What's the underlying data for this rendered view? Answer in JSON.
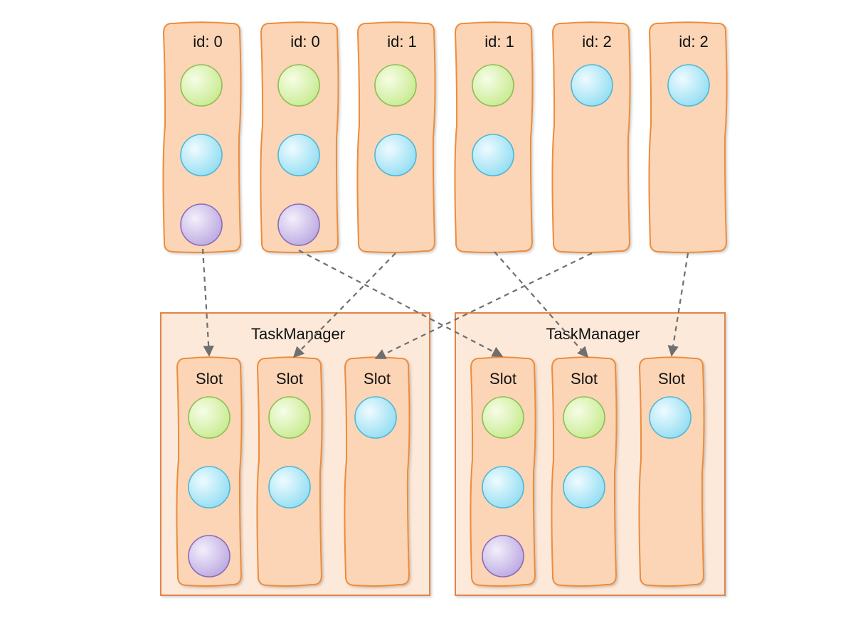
{
  "subtasks": [
    {
      "label": "id: 0",
      "nodes": [
        "green",
        "blue",
        "purple"
      ]
    },
    {
      "label": "id: 0",
      "nodes": [
        "green",
        "blue",
        "purple"
      ]
    },
    {
      "label": "id: 1",
      "nodes": [
        "green",
        "blue"
      ]
    },
    {
      "label": "id: 1",
      "nodes": [
        "green",
        "blue"
      ]
    },
    {
      "label": "id: 2",
      "nodes": [
        "blue"
      ]
    },
    {
      "label": "id: 2",
      "nodes": [
        "blue"
      ]
    }
  ],
  "task_managers": [
    {
      "label": "TaskManager",
      "slots": [
        {
          "label": "Slot",
          "nodes": [
            "green",
            "blue",
            "purple"
          ]
        },
        {
          "label": "Slot",
          "nodes": [
            "green",
            "blue"
          ]
        },
        {
          "label": "Slot",
          "nodes": [
            "blue"
          ]
        }
      ]
    },
    {
      "label": "TaskManager",
      "slots": [
        {
          "label": "Slot",
          "nodes": [
            "green",
            "blue",
            "purple"
          ]
        },
        {
          "label": "Slot",
          "nodes": [
            "green",
            "blue"
          ]
        },
        {
          "label": "Slot",
          "nodes": [
            "blue"
          ]
        }
      ]
    }
  ],
  "assignments": [
    {
      "from_subtask": 0,
      "to_task_manager": 0,
      "to_slot": 0
    },
    {
      "from_subtask": 1,
      "to_task_manager": 1,
      "to_slot": 0
    },
    {
      "from_subtask": 2,
      "to_task_manager": 0,
      "to_slot": 1
    },
    {
      "from_subtask": 3,
      "to_task_manager": 1,
      "to_slot": 1
    },
    {
      "from_subtask": 4,
      "to_task_manager": 0,
      "to_slot": 2
    },
    {
      "from_subtask": 5,
      "to_task_manager": 1,
      "to_slot": 2
    }
  ],
  "colors": {
    "column_fill": "#fbd5b5",
    "column_stroke": "#ec8c3e",
    "task_manager_fill": "#fde9d9",
    "task_manager_stroke": "#e2844a",
    "arrow": "#777777",
    "green": "#d7f2a8",
    "blue": "#a9e6f7",
    "purple": "#cdbfe8"
  }
}
